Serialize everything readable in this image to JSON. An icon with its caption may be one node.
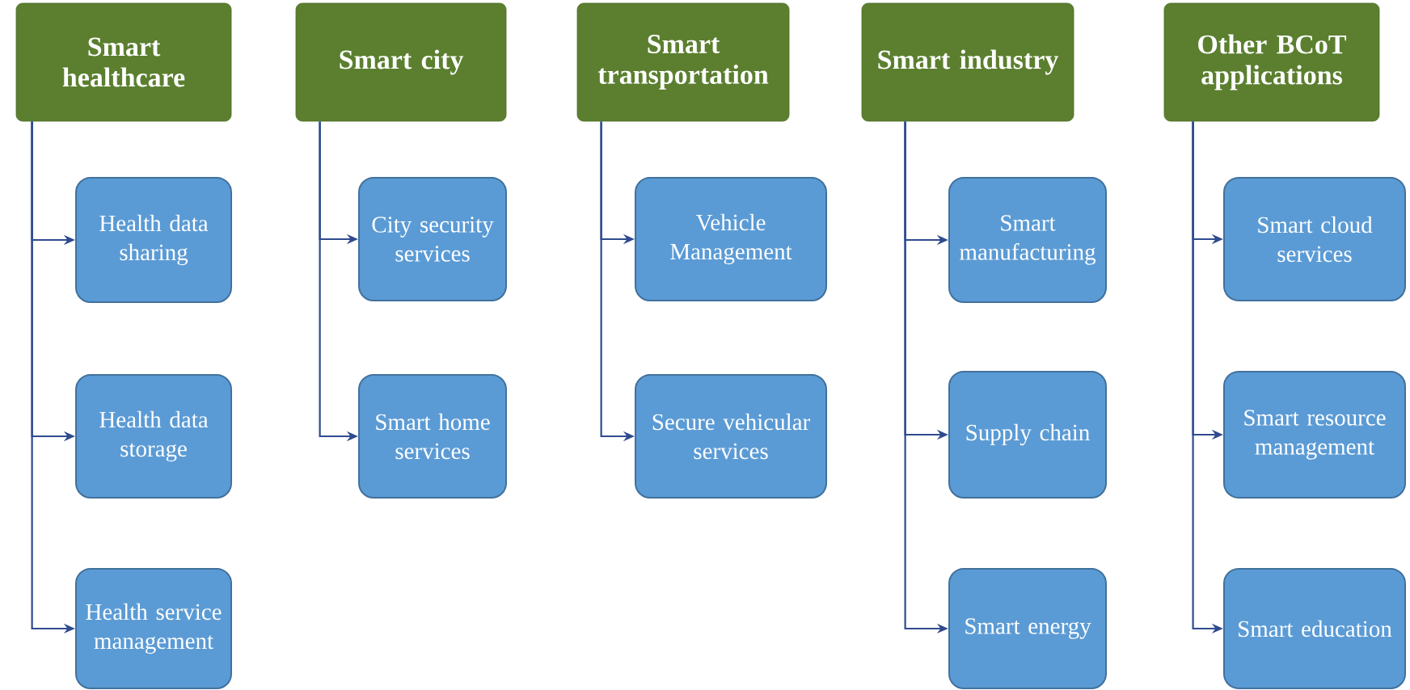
{
  "diagram": {
    "nodes": [
      {
        "text": [
          "Smart healthcare"
        ]
      },
      {
        "text": [
          "Health data sharing"
        ]
      },
      {
        "text": [
          "Health data storage"
        ]
      },
      {
        "text": [
          "Health service management"
        ]
      },
      {
        "text": [
          "Smart city"
        ]
      },
      {
        "text": [
          "City security services"
        ]
      },
      {
        "text": [
          "Smart home services"
        ]
      },
      {
        "text": [
          "Smart transportation"
        ]
      },
      {
        "text": [
          "Vehicle Management"
        ]
      },
      {
        "text": [
          "Secure vehicular services"
        ]
      },
      {
        "text": [
          "Smart industry"
        ]
      },
      {
        "text": [
          "Smart manufacturing"
        ]
      },
      {
        "text": [
          "Supply chain"
        ]
      },
      {
        "text": [
          "Smart energy"
        ]
      },
      {
        "text": [
          "Other BCoT applications"
        ]
      },
      {
        "text": [
          "Smart cloud services"
        ]
      },
      {
        "text": [
          "Smart resource management"
        ]
      },
      {
        "text": [
          "Smart education"
        ]
      }
    ],
    "edges": [
      {
        "from": 0,
        "to": 1,
        "arrow": "to"
      },
      {
        "from": 0,
        "to": 2,
        "arrow": "to"
      },
      {
        "from": 0,
        "to": 3,
        "arrow": "to"
      },
      {
        "from": 4,
        "to": 5,
        "arrow": "to"
      },
      {
        "from": 4,
        "to": 6,
        "arrow": "to"
      },
      {
        "from": 7,
        "to": 8,
        "arrow": "to"
      },
      {
        "from": 7,
        "to": 9,
        "arrow": "to"
      },
      {
        "from": 10,
        "to": 11,
        "arrow": "to"
      },
      {
        "from": 10,
        "to": 12,
        "arrow": "to"
      },
      {
        "from": 10,
        "to": 13,
        "arrow": "to"
      },
      {
        "from": 14,
        "to": 15,
        "arrow": "to"
      },
      {
        "from": 14,
        "to": 16,
        "arrow": "to"
      },
      {
        "from": 14,
        "to": 17,
        "arrow": "to"
      }
    ]
  }
}
